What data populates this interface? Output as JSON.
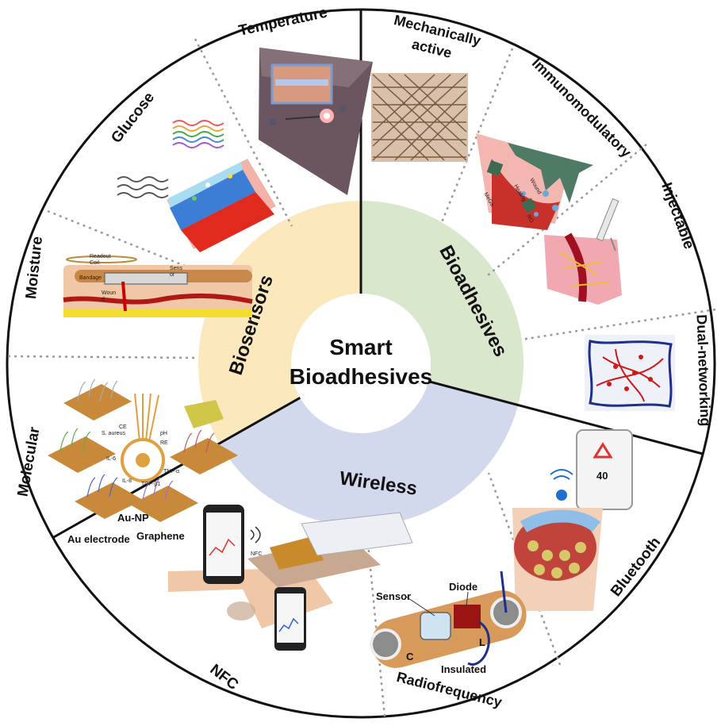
{
  "center": {
    "line1": "Smart",
    "line2": "Bioadhesives"
  },
  "sections": {
    "biosensors": "Biosensors",
    "bioadhesives": "Bioadhesives",
    "wireless": "Wireless"
  },
  "labels": {
    "temperature": "Temperature",
    "glucose": "Glucose",
    "moisture": "Moisture",
    "molecular": "Molecular",
    "mech1": "Mechanically",
    "mech2": "active",
    "immuno": "Immunomodulatory",
    "injectable": "Injectable",
    "dual": "Dual-networking",
    "bluetooth": "Bluetooth",
    "radio": "Radiofrequency",
    "nfc": "NFC"
  },
  "inset_text": {
    "readout": "Readout",
    "coil": "Coil",
    "bandage": "Bandage",
    "sens": "Sens",
    "or": "or",
    "woun": "Woun",
    "d": "d",
    "au_np": "Au-NP",
    "au_electrode": "Au electrode",
    "graphene": "Graphene",
    "ce": "CE",
    "re": "RE",
    "ph": "pH",
    "il6": "IL-6",
    "il8": "IL-8",
    "tnfa": "TNF-α",
    "tgfb1": "TGF-β1",
    "saureus": "S. aureus",
    "sensor": "Sensor",
    "diode": "Diode",
    "insulated": "Insulated",
    "c": "C",
    "l": "L",
    "nfc_small": "NFC",
    "wound_imm": "Wound",
    "healing": "Healing",
    "meta": "MeGa",
    "ro": "RO",
    "phone_val": "40"
  },
  "colors": {
    "biosensors": "#fbe8bd",
    "bioadhesives": "#d9e7cc",
    "wireless": "#d3d9ec",
    "ring": "#ffffff",
    "divider": "#111111",
    "dotted": "#999999"
  }
}
